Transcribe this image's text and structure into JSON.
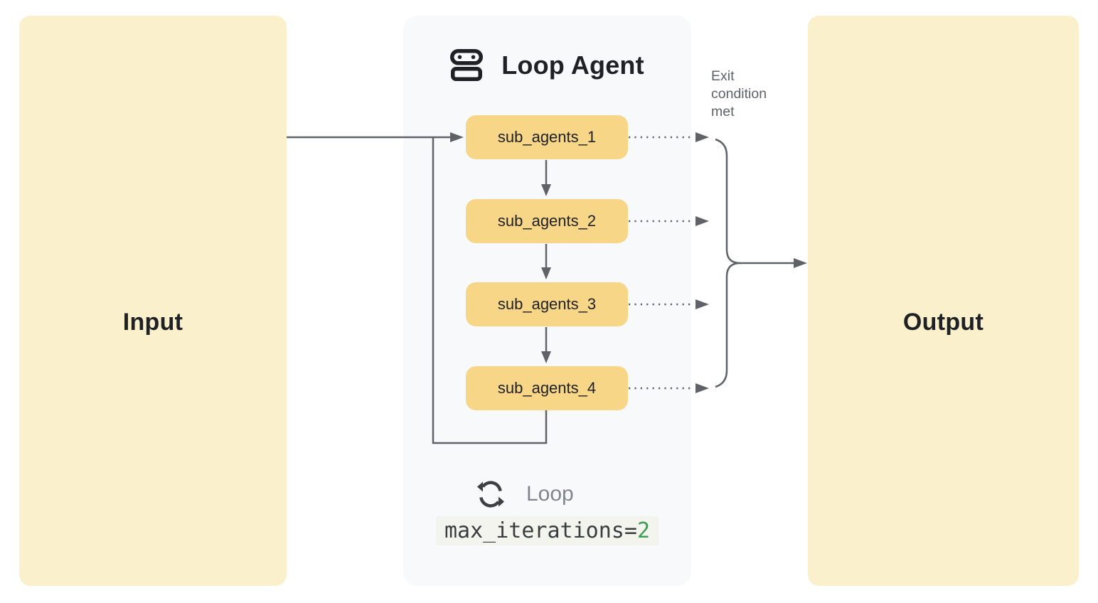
{
  "colors": {
    "io-fill": "#FAF0CB",
    "agent-fill": "#F8D688",
    "panel-fill": "#F8F9FA",
    "line": "#5F6368",
    "text-dark": "#202124",
    "text-gray": "#5F6368",
    "text-light-gray": "#80868B",
    "code-dark": "#3A3D3F",
    "code-green": "#3E9B54",
    "code-bg": "#F3F4EE"
  },
  "input": {
    "label": "Input"
  },
  "output": {
    "label": "Output"
  },
  "agent_panel": {
    "title": "Loop Agent",
    "icon": "robot-icon",
    "sub_agents": [
      "sub_agents_1",
      "sub_agents_2",
      "sub_agents_3",
      "sub_agents_4"
    ],
    "loop": {
      "icon": "loop-refresh-icon",
      "label": "Loop",
      "code_key": "max_iterations=",
      "code_value": "2"
    }
  },
  "annotations": {
    "exit_label": "Exit condition met"
  }
}
